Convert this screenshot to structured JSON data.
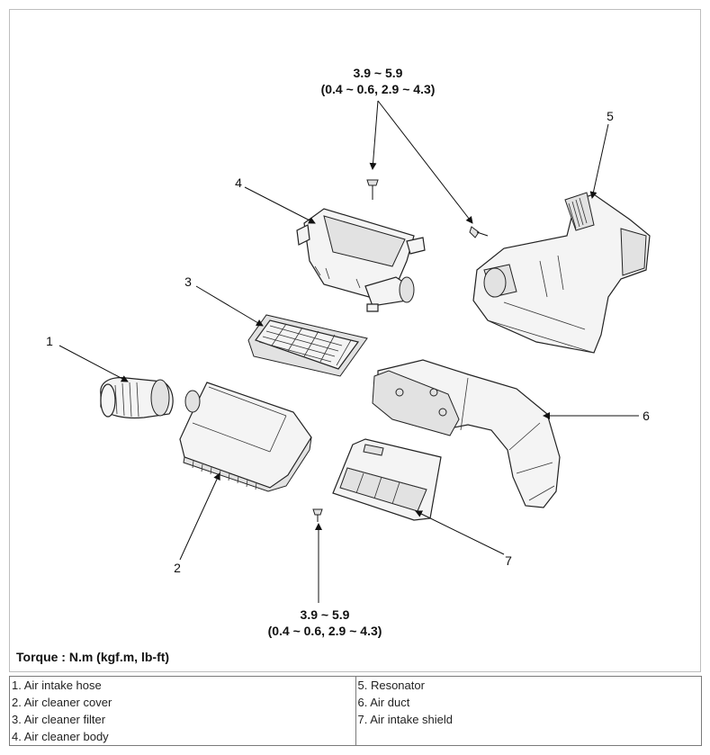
{
  "torque_top": {
    "line1": "3.9 ~ 5.9",
    "line2": "(0.4 ~ 0.6, 2.9 ~ 4.3)"
  },
  "torque_bottom": {
    "line1": "3.9 ~ 5.9",
    "line2": "(0.4 ~ 0.6, 2.9 ~ 4.3)"
  },
  "callouts": [
    "1",
    "2",
    "3",
    "4",
    "5",
    "6",
    "7"
  ],
  "torque_caption": "Torque : N.m (kgf.m, lb-ft)",
  "legend": {
    "left": [
      "1. Air intake hose",
      "2. Air cleaner cover",
      "3. Air cleaner filter",
      "4. Air cleaner body"
    ],
    "right": [
      "5. Resonator",
      "6. Air duct",
      "7. Air intake shield"
    ]
  }
}
